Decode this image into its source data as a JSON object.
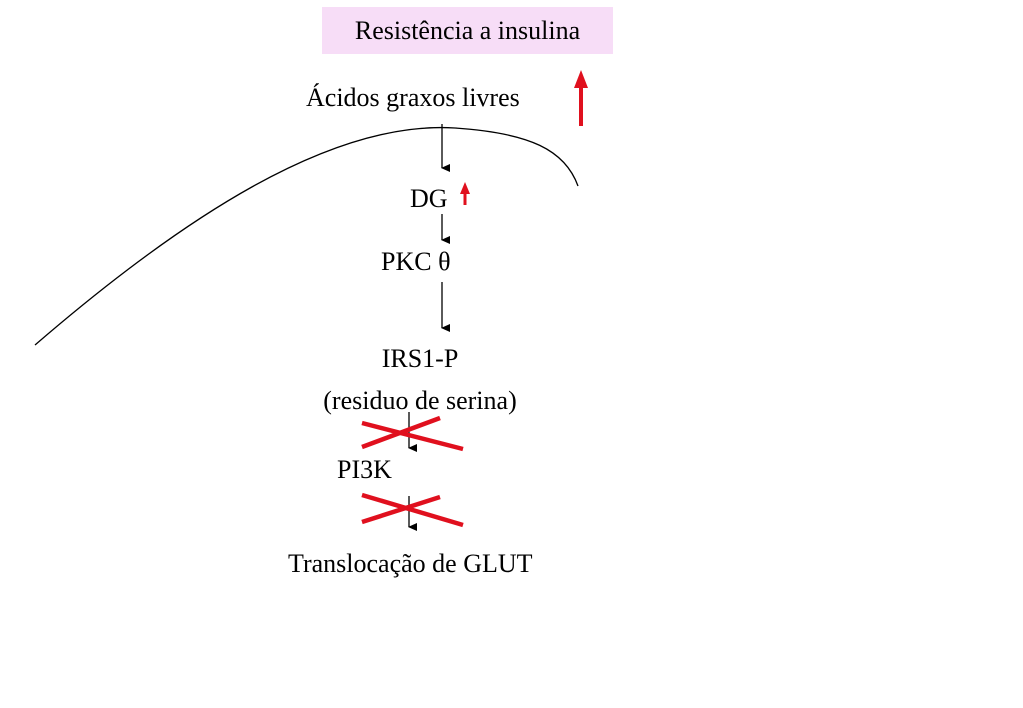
{
  "title": "Resistência a insulina",
  "nodes": {
    "ffa": "Ácidos graxos livres",
    "dg": "DG",
    "pkc": "PKC θ",
    "irs1_line1": "IRS1-P",
    "irs1_line2": "(residuo de serina)",
    "pi3k": "PI3K",
    "glut": "Translocação de GLUT"
  },
  "colors": {
    "increase_arrow": "#e0101e",
    "block_cross": "#e0101e",
    "title_background": "#f7ddf7",
    "line": "#000000"
  }
}
